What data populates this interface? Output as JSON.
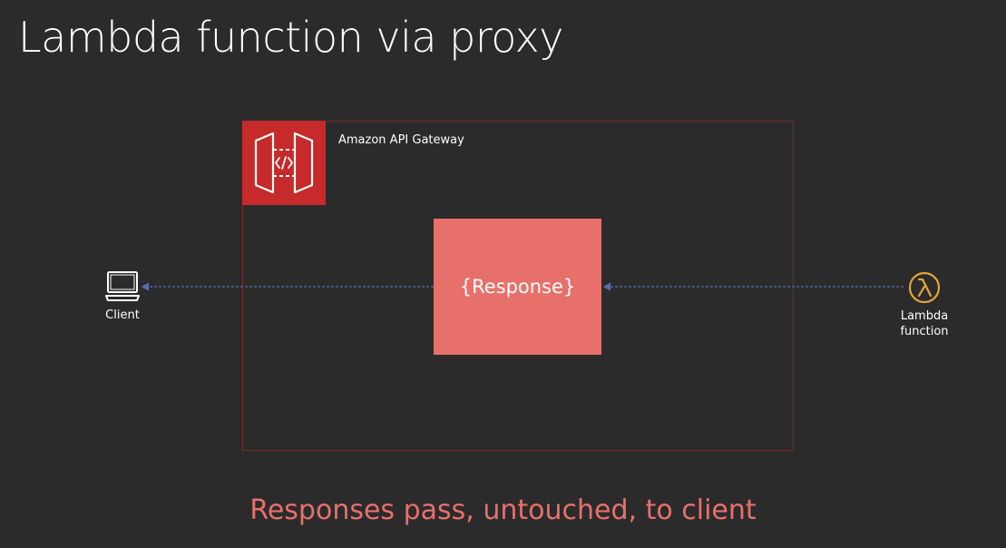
{
  "slide": {
    "title": "Lambda function via proxy",
    "caption": "Responses pass, untouched, to client"
  },
  "gateway": {
    "label": "Amazon API Gateway",
    "icon": "api-gateway-icon"
  },
  "response": {
    "label": "{Response}"
  },
  "client": {
    "label": "Client",
    "icon": "laptop-icon"
  },
  "lambda": {
    "label_line1": "Lambda",
    "label_line2": "function",
    "icon": "lambda-icon"
  },
  "colors": {
    "background": "#2b2b2b",
    "gateway_red": "#c72a2a",
    "frame_border": "#7a2a2a",
    "response_fill": "#e8706b",
    "caption": "#e8706b",
    "arrow": "#5b6bb0",
    "lambda_orange": "#e8a23a"
  }
}
